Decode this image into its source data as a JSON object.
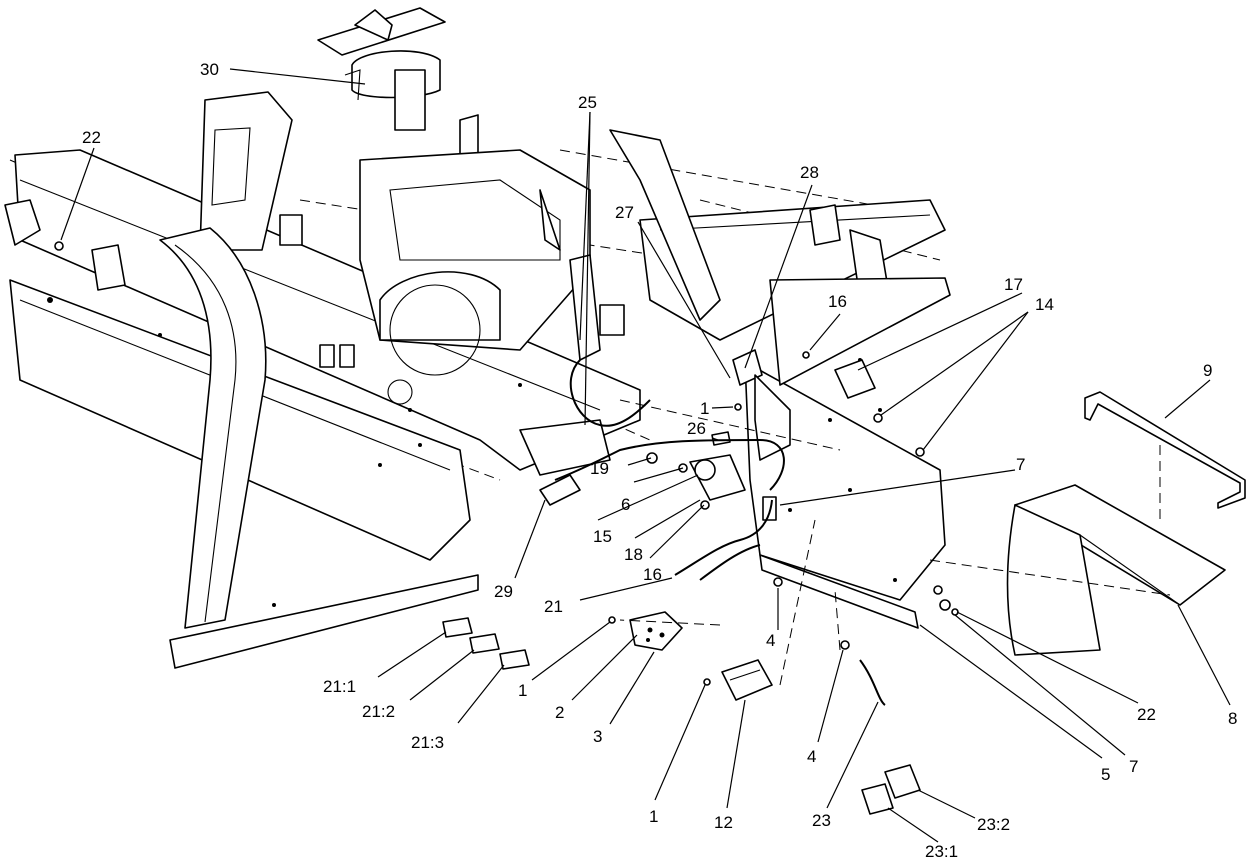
{
  "diagram": {
    "background": "#ffffff",
    "line_color": "#000000",
    "callouts": {
      "c30": "30",
      "c22a": "22",
      "c25": "25",
      "c28": "28",
      "c27": "27",
      "c16a": "16",
      "c17": "17",
      "c14": "14",
      "c9": "9",
      "c1a": "1",
      "c26": "26",
      "c19": "19",
      "c7a": "7",
      "c6": "6",
      "c15": "15",
      "c18": "18",
      "c16b": "16",
      "c29": "29",
      "c21": "21",
      "c4a": "4",
      "c21_1": "21:1",
      "c21_2": "21:2",
      "c21_3": "21:3",
      "c1b": "1",
      "c2": "2",
      "c3": "3",
      "c4b": "4",
      "c22b": "22",
      "c8": "8",
      "c5": "5",
      "c7b": "7",
      "c1c": "1",
      "c12": "12",
      "c23": "23",
      "c23_2": "23:2",
      "c23_1": "23:1"
    }
  }
}
